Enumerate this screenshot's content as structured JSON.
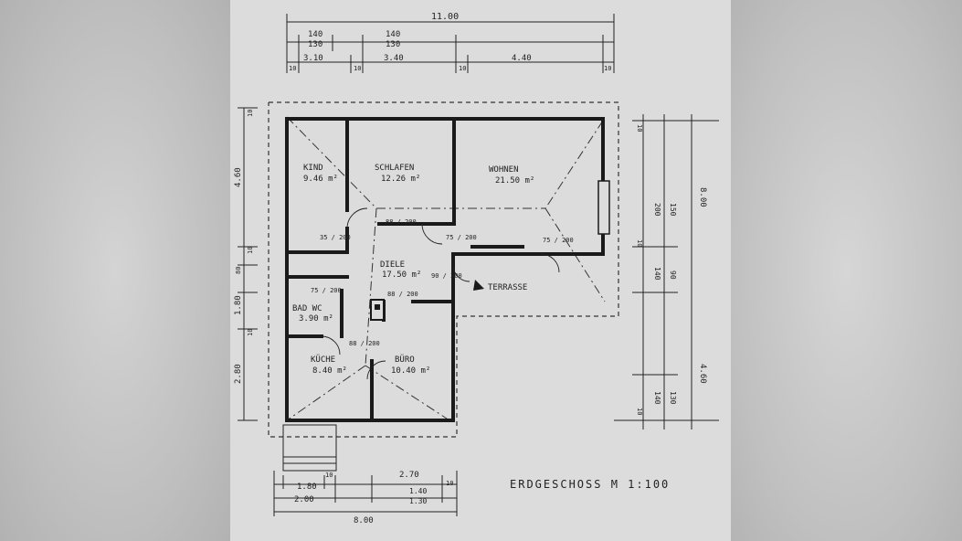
{
  "title": "ERDGESCHOSS M 1:100",
  "rooms": [
    {
      "name": "KIND",
      "area": "9.46 m²"
    },
    {
      "name": "SCHLAFEN",
      "area": "12.26 m²"
    },
    {
      "name": "WOHNEN",
      "area": "21.50 m²"
    },
    {
      "name": "DIELE",
      "area": "17.50 m²"
    },
    {
      "name": "BAD WC",
      "area": "3.90 m²"
    },
    {
      "name": "KÜCHE",
      "area": "8.40 m²"
    },
    {
      "name": "BÜRO",
      "area": "10.40 m²"
    },
    {
      "name": "TERRASSE",
      "area": ""
    }
  ],
  "dimensions": {
    "top": [
      "11.00",
      "140",
      "130",
      "140",
      "130",
      "3.10",
      "3.40",
      "4.40",
      "10",
      "10",
      "10",
      "10"
    ],
    "right": [
      "8.00",
      "4.60",
      "200",
      "150",
      "140",
      "90",
      "140",
      "130",
      "10",
      "10",
      "10"
    ],
    "left": [
      "4.60",
      "1.80",
      "2.80",
      "10",
      "80",
      "10",
      "10"
    ],
    "bottom": [
      "8.00",
      "1.80",
      "2.70",
      "2.00",
      "1.40",
      "1.30",
      "10",
      "10"
    ]
  },
  "doors": [
    "35 / 200",
    "75 / 200",
    "90 / 200",
    "75 / 200",
    "88 / 200",
    "75 / 200",
    "88 / 200",
    "88 / 200"
  ]
}
